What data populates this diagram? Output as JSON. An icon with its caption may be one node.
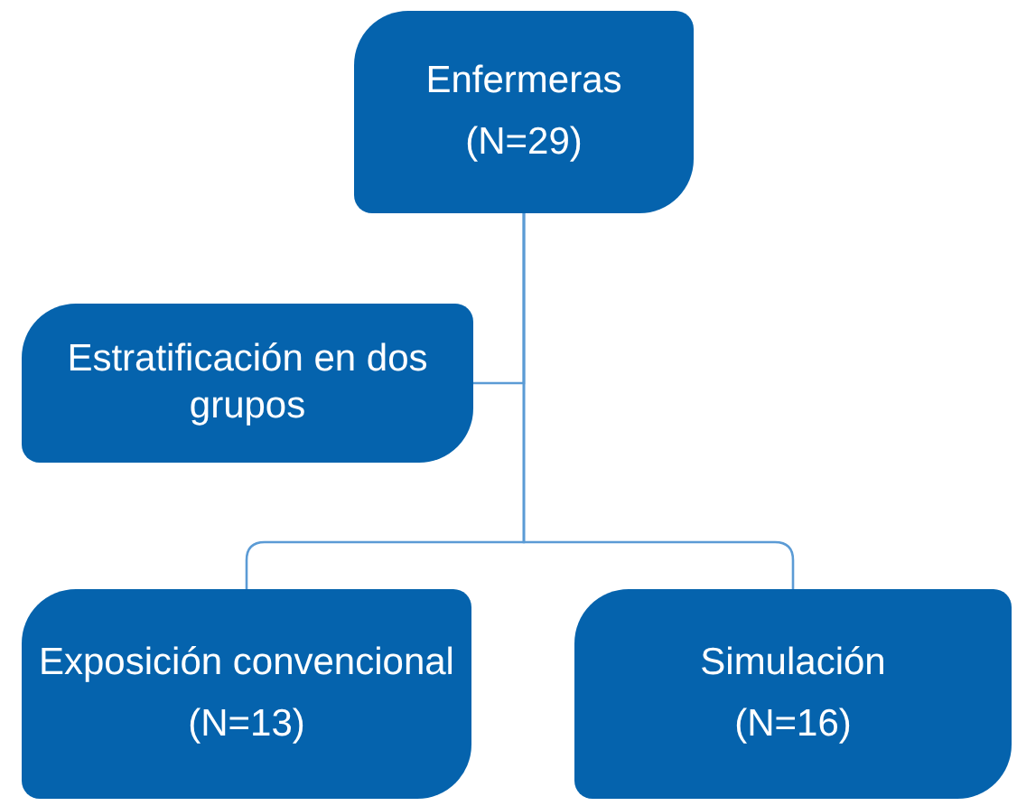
{
  "diagram": {
    "nodes": [
      {
        "text": [
          "Enfermeras",
          "(N=29)"
        ]
      },
      {
        "text": [
          "Estratificación en dos grupos"
        ]
      },
      {
        "text": [
          "Exposición convencional",
          "(N=13)"
        ]
      },
      {
        "text": [
          "Simulación",
          "(N=16)"
        ]
      }
    ],
    "edges": [
      {
        "from": 0,
        "to": 1,
        "arrow": "none"
      },
      {
        "from": 0,
        "to": 2,
        "arrow": "none"
      },
      {
        "from": 0,
        "to": 3,
        "arrow": "none"
      }
    ]
  }
}
